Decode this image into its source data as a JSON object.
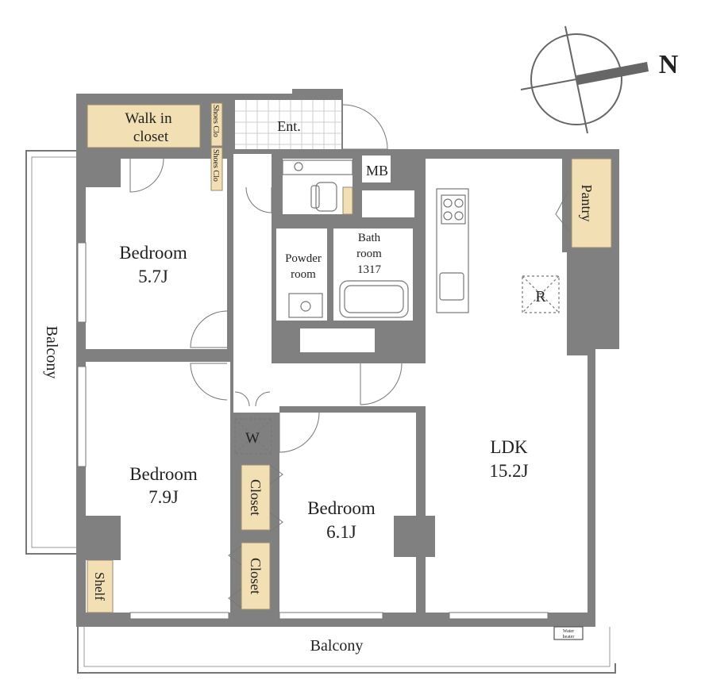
{
  "compass": {
    "north_letter": "N"
  },
  "labels": {
    "walk_in_closet_line1": "Walk in",
    "walk_in_closet_line2": "closet",
    "shoes_closet_1": "Shoes Clo",
    "shoes_closet_2": "Shoes Clo",
    "entrance": "Ent.",
    "mb": "MB",
    "pantry": "Pantry",
    "bedroom1_name": "Bedroom",
    "bedroom1_size": "5.7J",
    "powder_line1": "Powder",
    "powder_line2": "room",
    "bath_line1": "Bath",
    "bath_line2": "room",
    "bath_size": "1317",
    "fridge": "R",
    "balcony_west": "Balcony",
    "washer": "W",
    "bedroom2_name": "Bedroom",
    "bedroom2_size": "7.9J",
    "closet1": "Closet",
    "closet2": "Closet",
    "bedroom3_name": "Bedroom",
    "bedroom3_size": "6.1J",
    "ldk_name": "LDK",
    "ldk_size": "15.2J",
    "shelf": "Shelf",
    "water_heater_line1": "Water",
    "water_heater_line2": "heater",
    "balcony_south": "Balcony"
  },
  "colors": {
    "wall": "#808080",
    "storage_fill": "#f3dfb4",
    "floor": "#ffffff",
    "line": "#6a6a6a"
  }
}
